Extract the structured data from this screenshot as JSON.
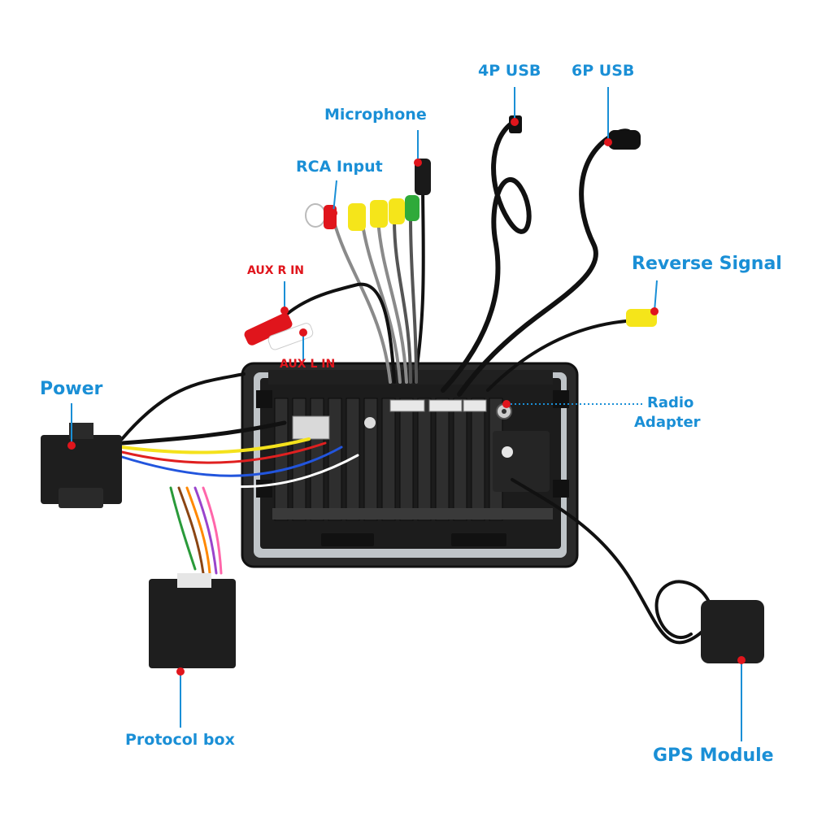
{
  "labels": {
    "usb4": "4P USB",
    "usb6": "6P USB",
    "microphone": "Microphone",
    "rca_input": "RCA Input",
    "reverse_signal": "Reverse Signal",
    "aux_r_in": "AUX R IN",
    "aux_l_in": "AUX L IN",
    "power": "Power",
    "radio_adapter_line1": "Radio",
    "radio_adapter_line2": "Adapter",
    "protocol_box": "Protocol box",
    "gps_module": "GPS Module"
  },
  "colors": {
    "label_blue": "#1a8fd6",
    "label_red": "#e0151c",
    "marker_red": "#e0151c",
    "unit_body": "#1e1e1e",
    "cable_black": "#111111"
  },
  "icons": [
    "red-dot-marker",
    "dotted-leader-line"
  ]
}
